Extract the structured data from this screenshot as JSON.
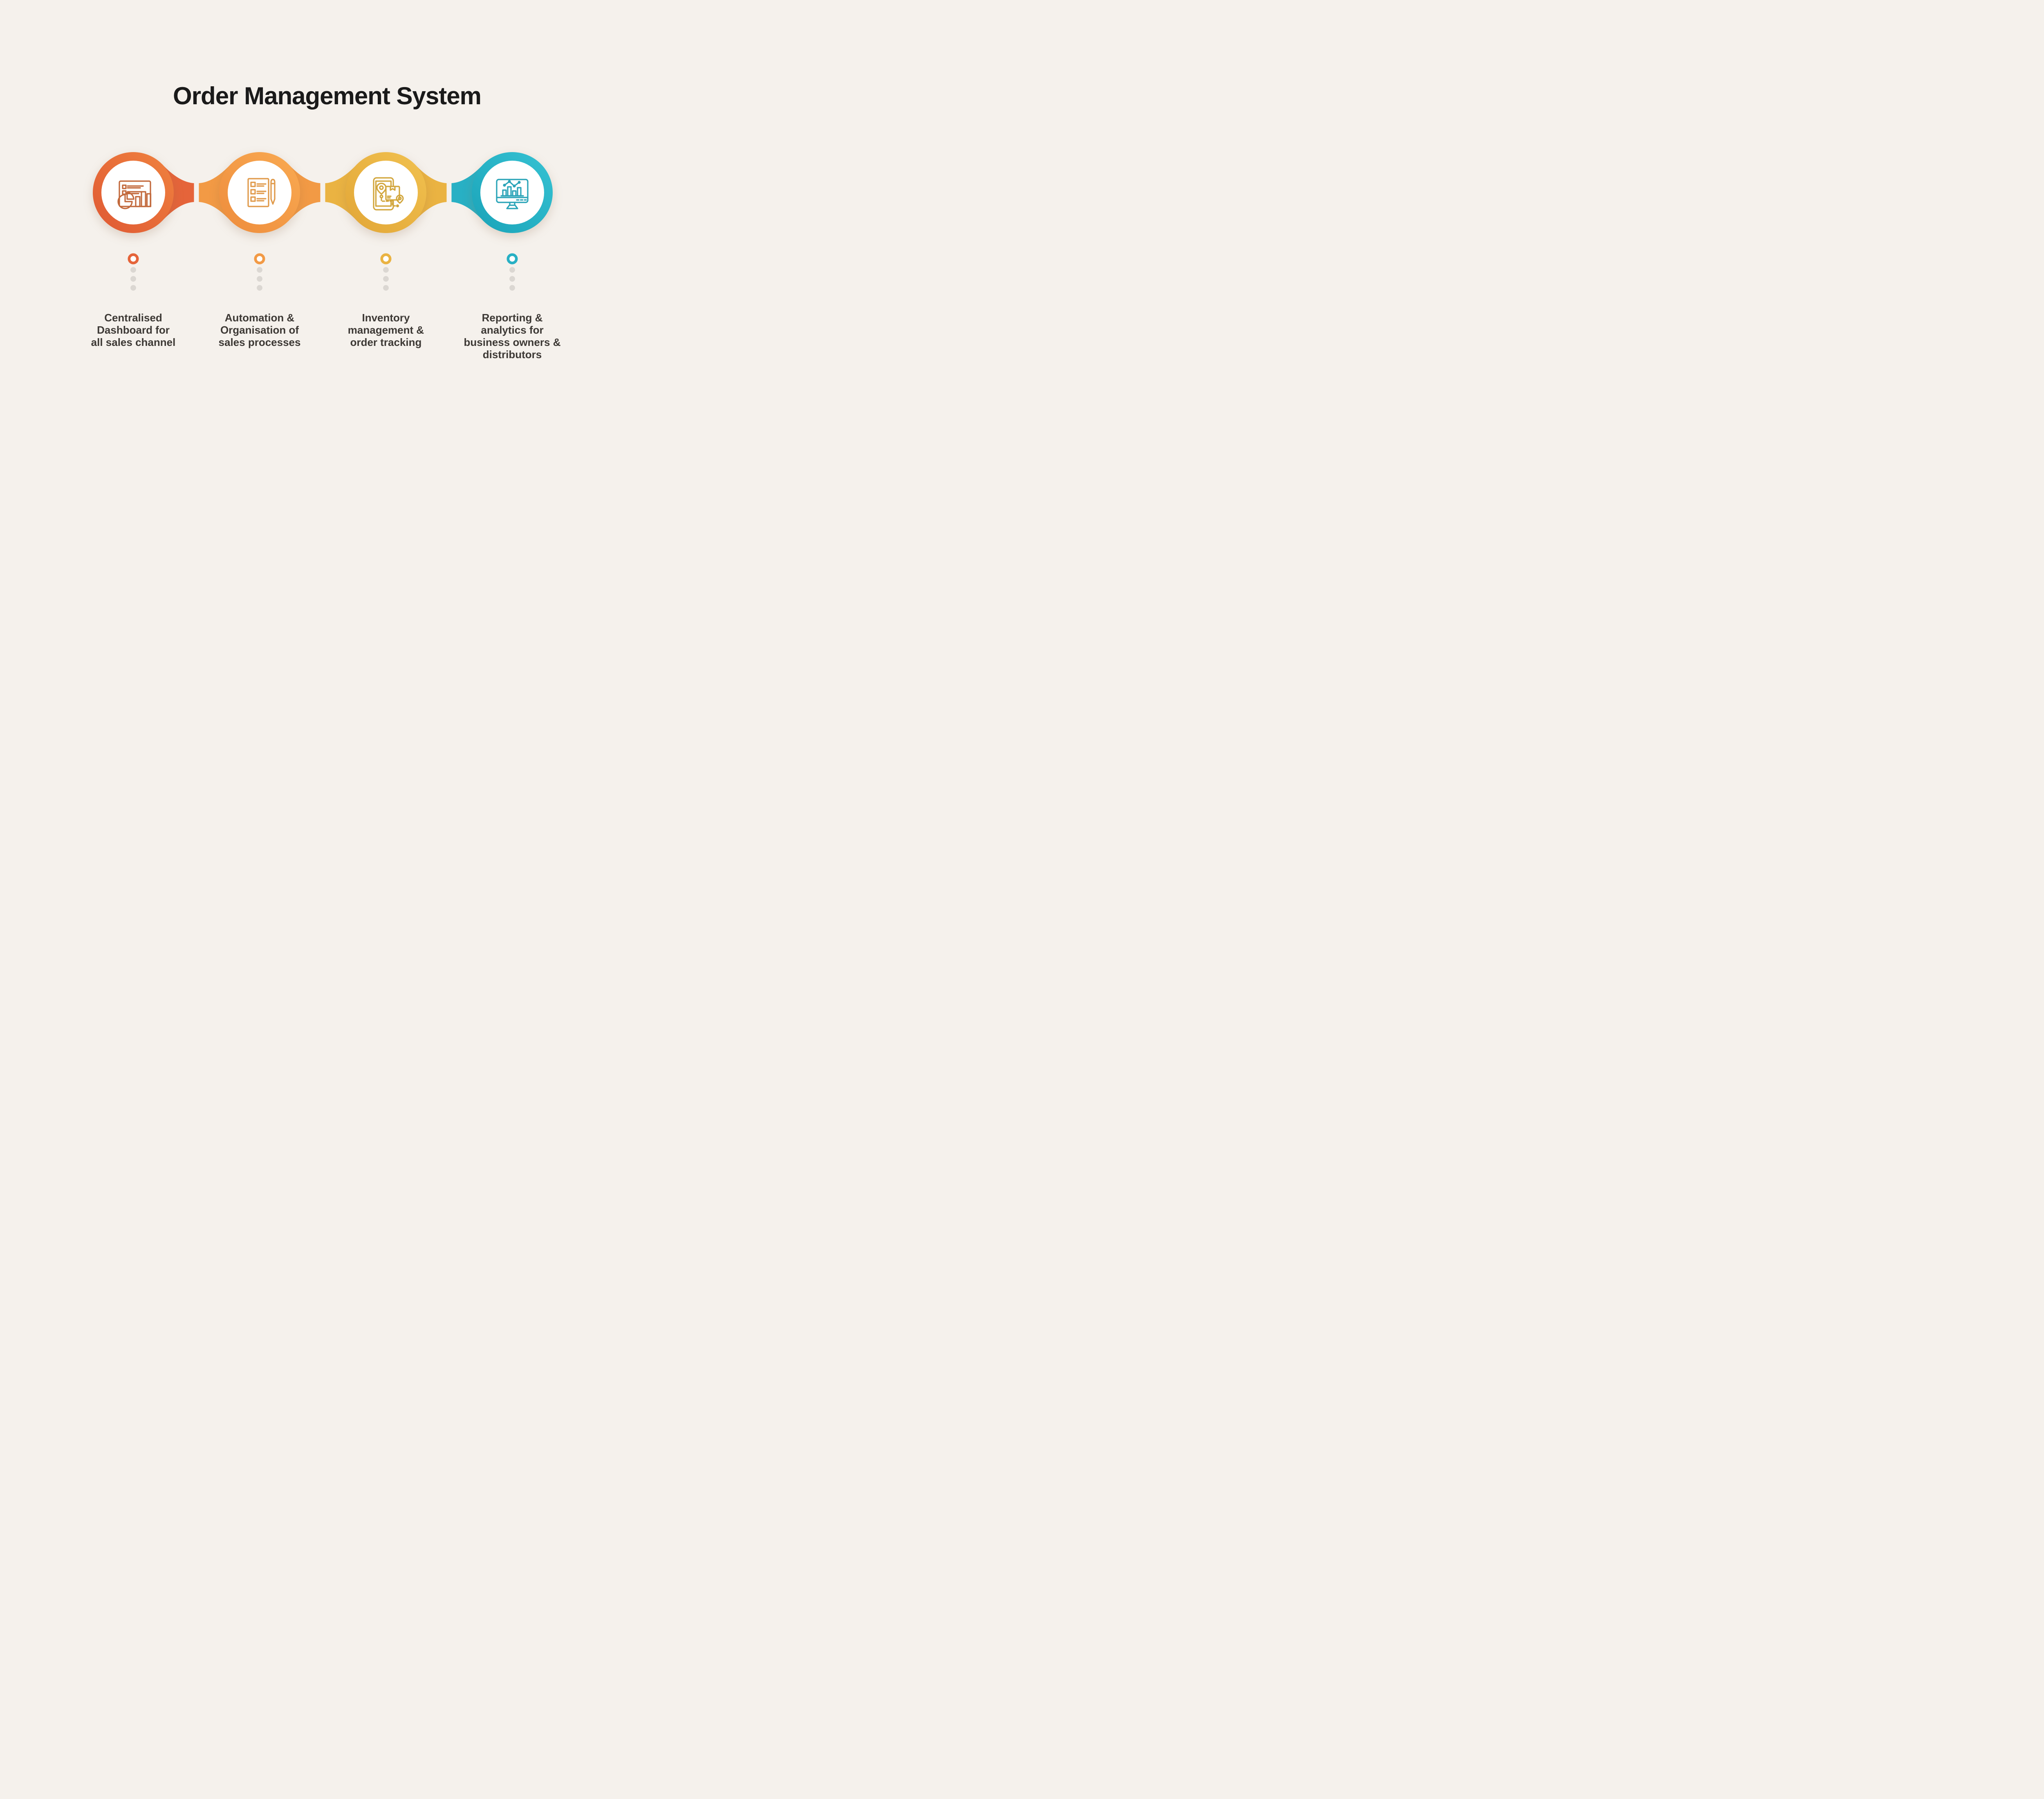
{
  "page": {
    "title": "Order Management System",
    "title_color": "#1A1A1A",
    "background": "#F5F1EC"
  },
  "items": [
    {
      "label_lines": [
        "Centralised",
        "Dashboard for",
        "all sales channel"
      ],
      "icon": "dashboard-icon",
      "ring_from": "#F0823F",
      "ring_to": "#DF5833",
      "connector": "#E5643A",
      "icon_stroke": "#C2693C"
    },
    {
      "label_lines": [
        "Automation &",
        "Organisation of",
        "sales processes"
      ],
      "icon": "checklist-pencil-icon",
      "ring_from": "#F9AA52",
      "ring_to": "#EE8C3C",
      "connector": "#F29A45",
      "icon_stroke": "#E09A4B"
    },
    {
      "label_lines": [
        "Inventory",
        "management &",
        "order tracking"
      ],
      "icon": "phone-package-tracking-icon",
      "ring_from": "#F1C14F",
      "ring_to": "#E2A637",
      "connector": "#EAB342",
      "icon_stroke": "#D2A63D"
    },
    {
      "label_lines": [
        "Reporting &",
        "analytics for",
        "business owners &",
        "distributors"
      ],
      "icon": "monitor-analytics-icon",
      "ring_from": "#36C2D3",
      "ring_to": "#1AA3B8",
      "connector": "#28B0C4",
      "icon_stroke": "#2AA4B8"
    }
  ],
  "decor": {
    "dot_color": "#DBD7D2",
    "label_color": "#3D3935"
  }
}
